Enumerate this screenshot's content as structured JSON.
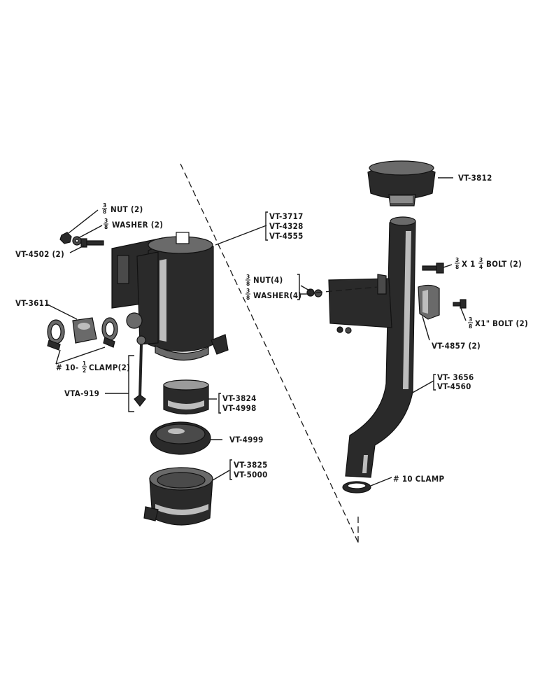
{
  "callouts": {
    "vt3812": "VT-3812",
    "vt3717": "VT-3717",
    "vt4328": "VT-4328",
    "vt4555": "VT-4555",
    "nut_small": "NUT (2)",
    "washer_small": "WASHER (2)",
    "vt4502": "VT-4502 (2)",
    "vt3611": "VT-3611",
    "clamp_10half": "# 10-",
    "clamp_10half_tail": "CLAMP(2)",
    "vta919": "VTA-919",
    "vt3824": "VT-3824",
    "vt4998": "VT-4998",
    "vt4999": "VT-4999",
    "vt3825": "VT-3825",
    "vt5000": "VT-5000",
    "nut4": "NUT(4)",
    "washer4": "WASHER(4)",
    "bolt_long_mid": "X 1",
    "bolt_long_tail": "BOLT (2)",
    "bolt_short_mid": "X1\"",
    "bolt_short_tail": "BOLT (2)",
    "vt4857": "VT-4857 (2)",
    "vt3656": "VT- 3656",
    "vt4560": "VT-4560",
    "clamp10": "# 10 CLAMP"
  },
  "fractions": {
    "three_eighths_num": "3",
    "three_eighths_den": "8",
    "one_half_num": "1",
    "one_half_den": "2",
    "three_quarter_num": "3",
    "three_quarter_den": "4"
  }
}
